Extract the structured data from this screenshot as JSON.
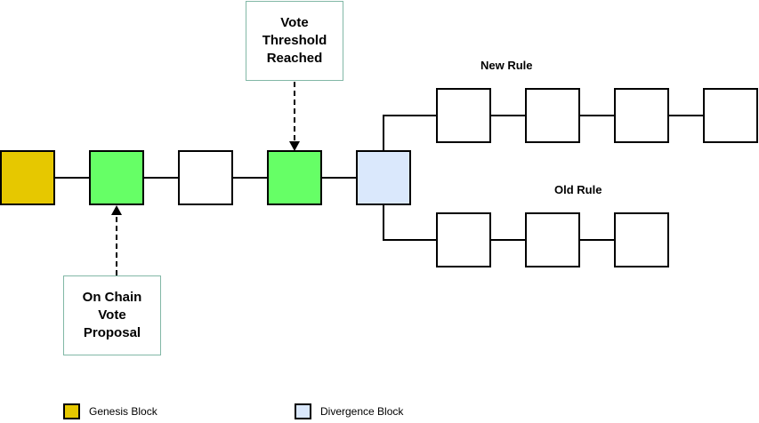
{
  "colors": {
    "genesis": "#e6c800",
    "vote": "#66ff66",
    "divergence": "#dae8fc",
    "plain": "#ffffff",
    "callout_border": "#82b8a6"
  },
  "callouts": {
    "threshold": "Vote\nThreshold\nReached",
    "proposal": "On Chain\nVote\nProposal"
  },
  "branches": {
    "new_rule": "New Rule",
    "old_rule": "Old Rule"
  },
  "legend": {
    "genesis_label": "Genesis Block",
    "divergence_label": "Divergence Block"
  }
}
